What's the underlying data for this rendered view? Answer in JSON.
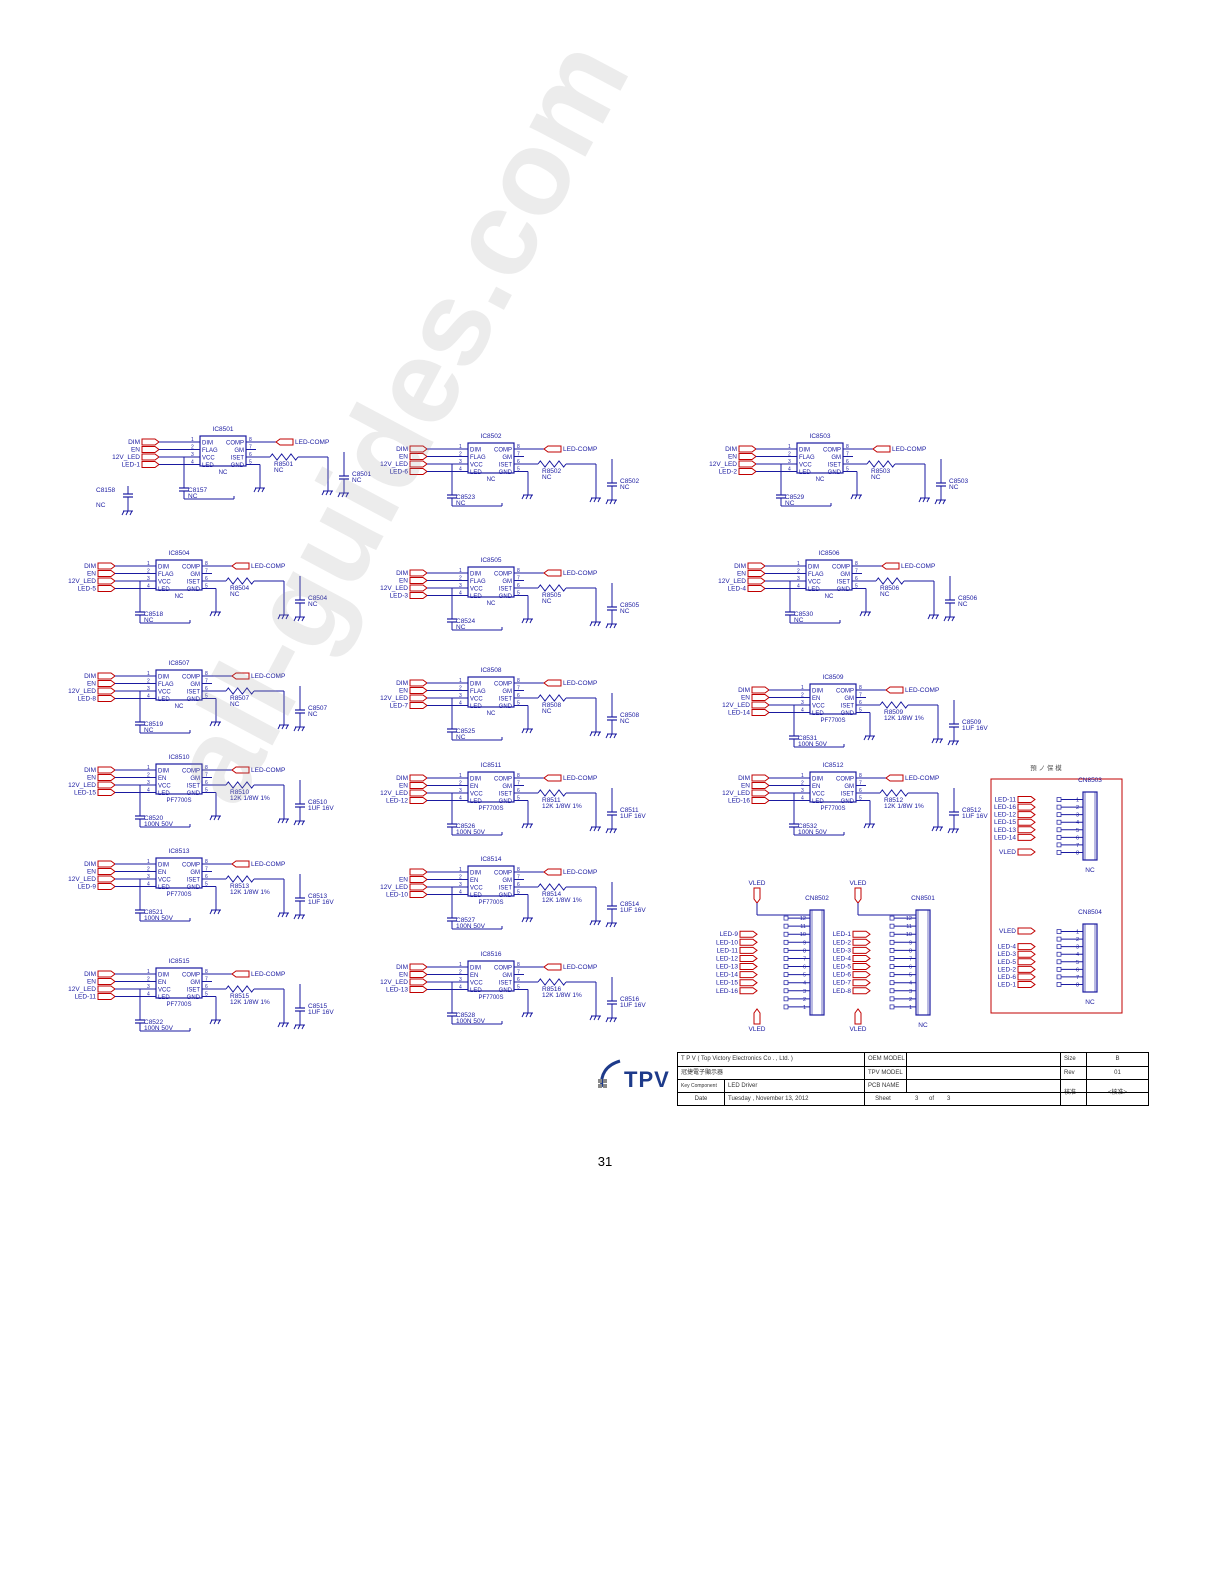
{
  "pins_left": [
    "DIM",
    "FLAG",
    "VCC",
    "LED"
  ],
  "pins_left_en": [
    "DIM",
    "EN",
    "VCC",
    "LED"
  ],
  "pins_right": [
    "COMP",
    "GM",
    "ISET",
    "GND"
  ],
  "pin_numbers": [
    "1",
    "2",
    "3",
    "4",
    "8",
    "7",
    "6",
    "5"
  ],
  "port_comp": "LED-COMP",
  "port_vled": "VLED",
  "nc": "NC",
  "blocks": [
    {
      "ic": "IC8501",
      "dim": "DIM",
      "en": "EN",
      "v12": "12V_LED",
      "led": "LED-1",
      "r": "R8501",
      "rv": "NC",
      "c": "C8501",
      "cv": "NC",
      "cl": "C8157",
      "clv": "NC",
      "cx": "C8158",
      "cxv": "NC",
      "part": "NC",
      "en_type": false
    },
    {
      "ic": "IC8502",
      "dim": "DIM",
      "en": "EN",
      "v12": "12V_LED",
      "led": "LED-6",
      "r": "R8502",
      "rv": "NC",
      "c": "C8502",
      "cv": "NC",
      "cl": "C8523",
      "clv": "NC",
      "part": "NC",
      "en_type": false
    },
    {
      "ic": "IC8503",
      "dim": "DIM",
      "en": "EN",
      "v12": "12V_LED",
      "led": "LED-2",
      "r": "R8503",
      "rv": "NC",
      "c": "C8503",
      "cv": "NC",
      "cl": "C8529",
      "clv": "NC",
      "part": "NC",
      "en_type": false
    },
    {
      "ic": "IC8504",
      "dim": "DIM",
      "en": "EN",
      "v12": "12V_LED",
      "led": "LED-5",
      "r": "R8504",
      "rv": "NC",
      "c": "C8504",
      "cv": "NC",
      "cl": "C8518",
      "clv": "NC",
      "part": "NC",
      "en_type": false
    },
    {
      "ic": "IC8505",
      "dim": "DIM",
      "en": "EN",
      "v12": "12V_LED",
      "led": "LED-3",
      "r": "R8505",
      "rv": "NC",
      "c": "C8505",
      "cv": "NC",
      "cl": "C8524",
      "clv": "NC",
      "part": "NC",
      "en_type": false
    },
    {
      "ic": "IC8506",
      "dim": "DIM",
      "en": "EN",
      "v12": "12V_LED",
      "led": "LED-4",
      "r": "R8506",
      "rv": "NC",
      "c": "C8506",
      "cv": "NC",
      "cl": "C8530",
      "clv": "NC",
      "part": "NC",
      "en_type": false
    },
    {
      "ic": "IC8507",
      "dim": "DIM",
      "en": "EN",
      "v12": "12V_LED",
      "led": "LED-8",
      "r": "R8507",
      "rv": "NC",
      "c": "C8507",
      "cv": "NC",
      "cl": "C8519",
      "clv": "NC",
      "part": "NC",
      "en_type": false
    },
    {
      "ic": "IC8508",
      "dim": "DIM",
      "en": "EN",
      "v12": "12V_LED",
      "led": "LED-7",
      "r": "R8508",
      "rv": "NC",
      "c": "C8508",
      "cv": "NC",
      "cl": "C8525",
      "clv": "NC",
      "part": "NC",
      "en_type": false
    },
    {
      "ic": "IC8509",
      "dim": "DIM",
      "en": "EN",
      "v12": "12V_LED",
      "led": "LED-14",
      "r": "R8509",
      "rv": "12K 1/8W 1%",
      "c": "C8509",
      "cv": "1UF 16V",
      "cl": "C8531",
      "clv": "100N 50V",
      "part": "PF7700S",
      "en_type": true
    },
    {
      "ic": "IC8510",
      "dim": "DIM",
      "en": "EN",
      "v12": "12V_LED",
      "led": "LED-15",
      "r": "R8510",
      "rv": "12K 1/8W 1%",
      "c": "C8510",
      "cv": "1UF 16V",
      "cl": "C8520",
      "clv": "100N 50V",
      "part": "PF7700S",
      "en_type": true
    },
    {
      "ic": "IC8511",
      "dim": "DIM",
      "en": "EN",
      "v12": "12V_LED",
      "led": "LED-12",
      "r": "R8511",
      "rv": "12K 1/8W 1%",
      "c": "C8511",
      "cv": "1UF 16V",
      "cl": "C8526",
      "clv": "100N 50V",
      "part": "PF7700S",
      "en_type": true
    },
    {
      "ic": "IC8512",
      "dim": "DIM",
      "en": "EN",
      "v12": "12V_LED",
      "led": "LED-16",
      "r": "R8512",
      "rv": "12K 1/8W 1%",
      "c": "C8512",
      "cv": "1UF 16V",
      "cl": "C8532",
      "clv": "100N 50V",
      "part": "PF7700S",
      "en_type": true
    },
    {
      "ic": "IC8513",
      "dim": "DIM",
      "en": "EN",
      "v12": "12V_LED",
      "led": "LED-9",
      "r": "R8513",
      "rv": "12K 1/8W 1%",
      "c": "C8513",
      "cv": "1UF 16V",
      "cl": "C8521",
      "clv": "100N 50V",
      "part": "PF7700S",
      "en_type": true
    },
    {
      "ic": "IC8514",
      "dim": "",
      "en": "EN",
      "v12": "12V_LED",
      "led": "LED-10",
      "r": "R8514",
      "rv": "12K 1/8W 1%",
      "c": "C8514",
      "cv": "1UF 16V",
      "cl": "C8527",
      "clv": "100N 50V",
      "part": "PF7700S",
      "en_type": true
    },
    {
      "ic": "IC8515",
      "dim": "DIM",
      "en": "EN",
      "v12": "12V_LED",
      "led": "LED-11",
      "r": "R8515",
      "rv": "12K 1/8W 1%",
      "c": "C8515",
      "cv": "1UF 16V",
      "cl": "C8522",
      "clv": "100N 50V",
      "part": "PF7700S",
      "en_type": true
    },
    {
      "ic": "IC8516",
      "dim": "DIM",
      "en": "EN",
      "v12": "12V_LED",
      "led": "LED-13",
      "r": "R8516",
      "rv": "12K 1/8W 1%",
      "c": "C8516",
      "cv": "1UF 16V",
      "cl": "C8528",
      "clv": "100N 50V",
      "part": "PF7700S",
      "en_type": true
    }
  ],
  "connectors": [
    {
      "ref": "CN8502",
      "value": "",
      "pins": [
        "12",
        "11",
        "10",
        "9",
        "8",
        "7",
        "6",
        "5",
        "4",
        "3",
        "2",
        "1"
      ],
      "leds": [
        "LED-9",
        "LED-10",
        "LED-11",
        "LED-12",
        "LED-13",
        "LED-14",
        "LED-15",
        "LED-16"
      ]
    },
    {
      "ref": "CN8501",
      "value": "NC",
      "pins": [
        "12",
        "11",
        "10",
        "9",
        "8",
        "7",
        "6",
        "5",
        "4",
        "3",
        "2",
        "1"
      ],
      "leds": [
        "LED-1",
        "LED-2",
        "LED-3",
        "LED-4",
        "LED-5",
        "LED-6",
        "LED-7",
        "LED-8"
      ]
    },
    {
      "ref": "CN8503",
      "value": "NC",
      "pins": [
        "1",
        "2",
        "3",
        "4",
        "5",
        "6",
        "7",
        "8"
      ],
      "leds": [
        "LED-11",
        "LED-16",
        "LED-12",
        "LED-15",
        "LED-13",
        "LED-14"
      ]
    },
    {
      "ref": "CN8504",
      "value": "NC",
      "pins": [
        "1",
        "2",
        "3",
        "4",
        "5",
        "6",
        "7",
        "8"
      ],
      "leds": [
        "LED-4",
        "LED-3",
        "LED-5",
        "LED-2",
        "LED-6",
        "LED-1"
      ]
    }
  ],
  "reserve_label": "預  ノ  保  模",
  "title_block": {
    "company": "T P V   ( Top    Victory    Electronics    Co . ,   Ltd. )",
    "cn_name": "冠捷電子顯示器",
    "key_component_label": "Key Component",
    "key_component": "LED Driver",
    "date_label": "Date",
    "date": "Tuesday , November 13, 2012",
    "oem_model_label": "OEM MODEL",
    "tpv_model_label": "TPV MODEL",
    "pcb_name_label": "PCB NAME",
    "sheet_label": "Sheet",
    "sheet": "3",
    "of_label": "of",
    "of": "3",
    "size_label": "Size",
    "size": "B",
    "rev_label": "Rev",
    "rev": "01",
    "approved_label": "核准",
    "approved": "<核准>"
  },
  "logo": "TPV",
  "page_number": "31",
  "watermark": "all-guides.com",
  "colors": {
    "wire": "#1a1aa0",
    "port": "#c00000",
    "text": "#1a1aa0",
    "frame": "#c00000"
  }
}
